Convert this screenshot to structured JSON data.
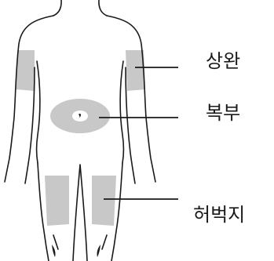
{
  "labels": {
    "upper_arm": "상완",
    "abdomen": "복부",
    "thigh": "허벅지"
  },
  "colors": {
    "outline": "#1a1a1a",
    "injection_site_fill": "#c8c8c8",
    "background": "#ffffff"
  }
}
